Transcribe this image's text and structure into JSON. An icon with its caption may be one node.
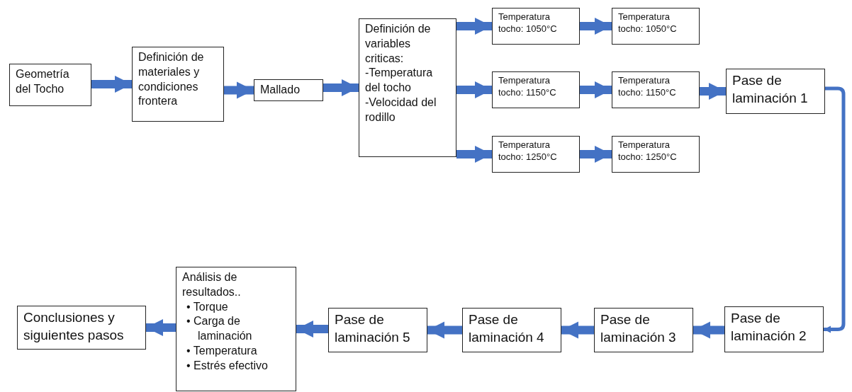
{
  "diagram": {
    "nodes": [
      {
        "text": [
          "Geometría del Tocho"
        ]
      },
      {
        "text": [
          "Definición de materiales y condiciones frontera"
        ]
      },
      {
        "text": [
          "Mallado"
        ]
      },
      {
        "text": [
          "Definición de variables criticas:",
          "-Temperatura del tocho",
          "-Velocidad del rodillo"
        ]
      },
      {
        "text": [
          "Temperatura tocho: 1050°C"
        ]
      },
      {
        "text": [
          "Temperatura tocho: 1150°C"
        ]
      },
      {
        "text": [
          "Temperatura tocho: 1250°C"
        ]
      },
      {
        "text": [
          "Temperatura tocho: 1050°C"
        ]
      },
      {
        "text": [
          "Temperatura tocho: 1150°C"
        ]
      },
      {
        "text": [
          "Temperatura tocho: 1250°C"
        ]
      },
      {
        "text": [
          "Pase de laminación 1"
        ]
      },
      {
        "text": [
          "Pase de laminación 2"
        ]
      },
      {
        "text": [
          "Pase de laminación 3"
        ]
      },
      {
        "text": [
          "Pase de laminación 4"
        ]
      },
      {
        "text": [
          "Pase de laminación 5"
        ]
      },
      {
        "text": [
          "Análisis de resultados..",
          "• Torque",
          "• Carga de laminación",
          "• Temperatura",
          "• Estrés efectivo"
        ]
      },
      {
        "text": [
          "Conclusiones y siguientes pasos"
        ]
      }
    ],
    "edges": [
      {
        "from": 0,
        "to": 1,
        "arrow": "to"
      },
      {
        "from": 1,
        "to": 2,
        "arrow": "to"
      },
      {
        "from": 2,
        "to": 3,
        "arrow": "to"
      },
      {
        "from": 3,
        "to": 4,
        "arrow": "to"
      },
      {
        "from": 3,
        "to": 5,
        "arrow": "to"
      },
      {
        "from": 3,
        "to": 6,
        "arrow": "to"
      },
      {
        "from": 4,
        "to": 7,
        "arrow": "to"
      },
      {
        "from": 5,
        "to": 8,
        "arrow": "to"
      },
      {
        "from": 6,
        "to": 9,
        "arrow": "to"
      },
      {
        "from": 8,
        "to": 10,
        "arrow": "to"
      },
      {
        "from": 10,
        "to": 11,
        "arrow": "to"
      },
      {
        "from": 11,
        "to": 12,
        "arrow": "to"
      },
      {
        "from": 12,
        "to": 13,
        "arrow": "to"
      },
      {
        "from": 13,
        "to": 14,
        "arrow": "to"
      },
      {
        "from": 14,
        "to": 15,
        "arrow": "to"
      },
      {
        "from": 15,
        "to": 16,
        "arrow": "to"
      }
    ]
  }
}
